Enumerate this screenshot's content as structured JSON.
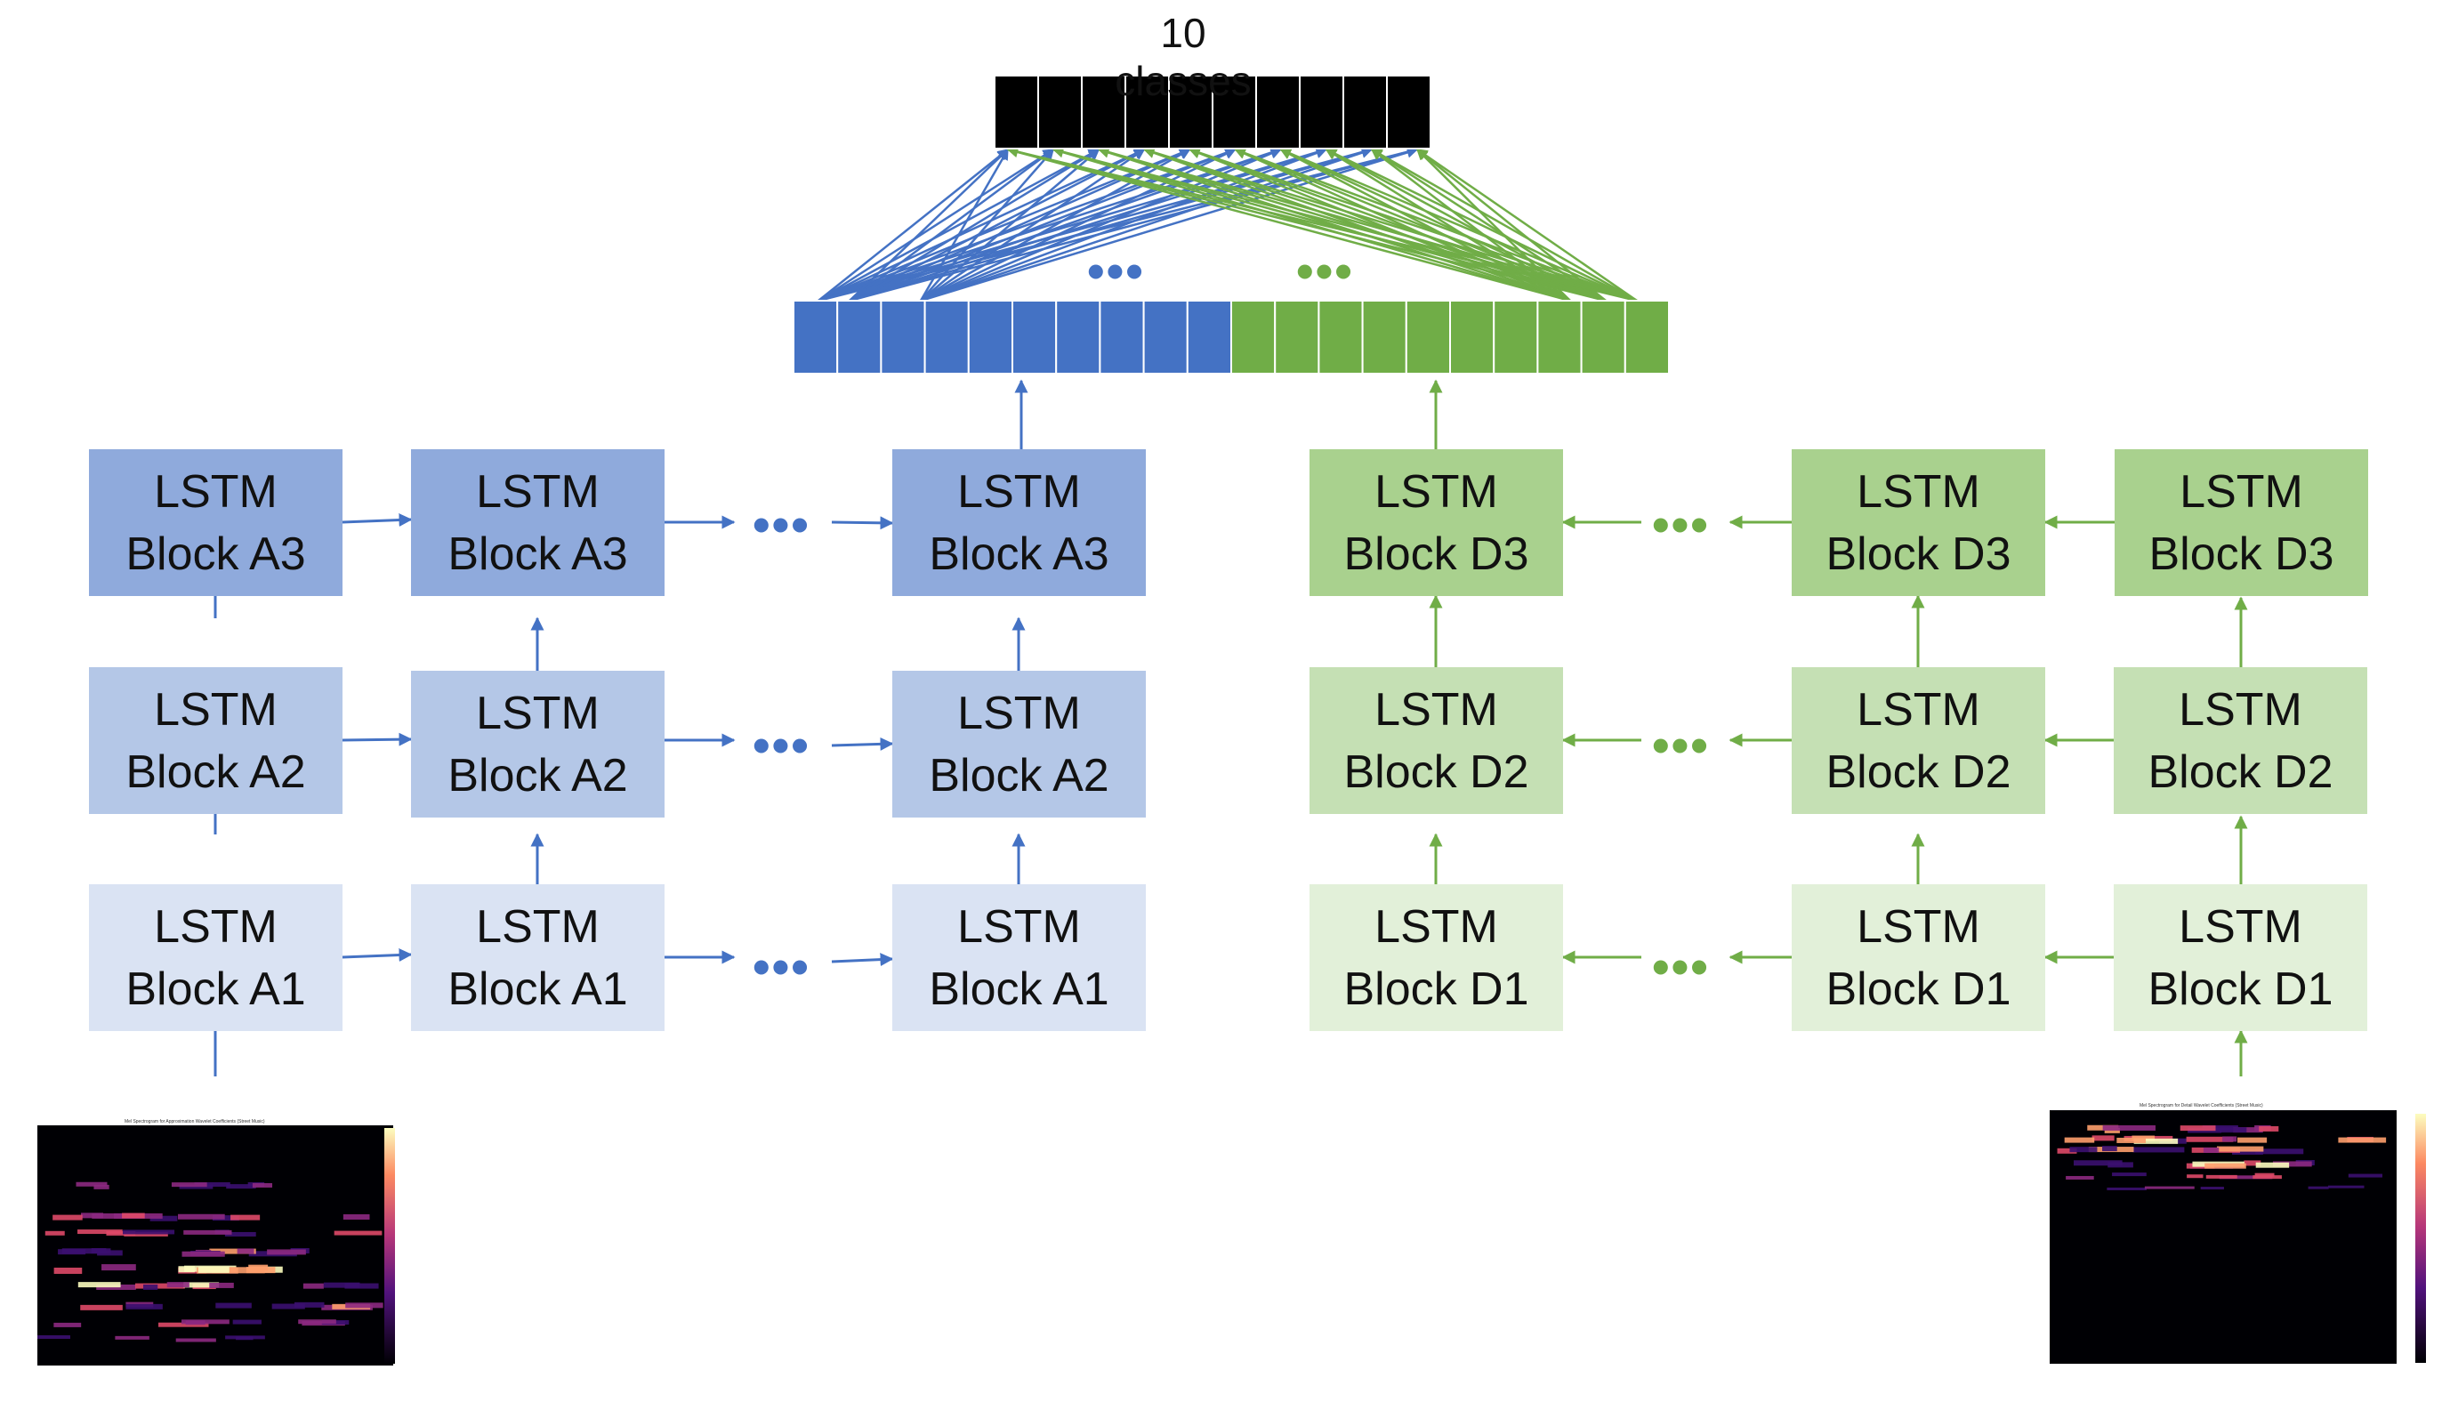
{
  "output": {
    "title": "10 classes",
    "cell_count": 10,
    "cell_color": "#000000"
  },
  "feature_vector": {
    "blue_cells": 10,
    "green_cells": 10,
    "blue_color": "#4472c4",
    "green_color": "#70ad47"
  },
  "ellipsis": "•••",
  "colors": {
    "blue_arrow": "#4472c4",
    "green_arrow": "#70ad47",
    "a3": "#8faadc",
    "a2": "#b4c7e7",
    "a1": "#dae3f3",
    "d3": "#a9d18e",
    "d2": "#c5e0b4",
    "d1": "#e2f0d9"
  },
  "blocks": {
    "a3": [
      "LSTM",
      "Block A3"
    ],
    "a2": [
      "LSTM",
      "Block A2"
    ],
    "a1": [
      "LSTM",
      "Block A1"
    ],
    "d3": [
      "LSTM",
      "Block D3"
    ],
    "d2": [
      "LSTM",
      "Block D2"
    ],
    "d1": [
      "LSTM",
      "Block D1"
    ]
  },
  "spectrograms": {
    "left_title": "Mel Spectrogram for Approximation Wavelet Coefficients (Street Music)",
    "right_title": "Mel Spectrogram for Detail Wavelet Coefficients (Street Music)"
  }
}
